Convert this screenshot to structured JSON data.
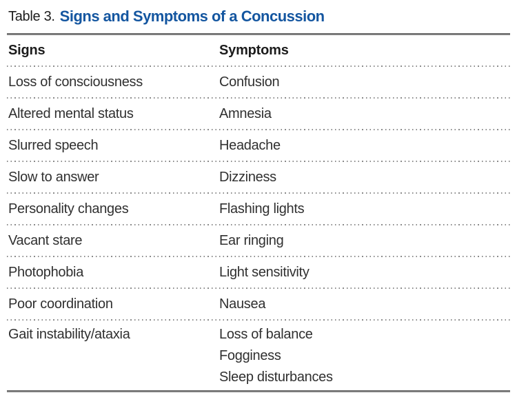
{
  "colors": {
    "accent-blue": "#1456A0",
    "rule-gray": "#7e7e7e",
    "dot-gray": "#8a8a8a"
  },
  "table": {
    "title_prefix": "Table 3.",
    "title": "Signs and Symptoms of a Concussion",
    "columns": [
      "Signs",
      "Symptoms"
    ],
    "rows": [
      {
        "sign": "Loss of consciousness",
        "symptom": "Confusion"
      },
      {
        "sign": "Altered mental status",
        "symptom": "Amnesia"
      },
      {
        "sign": "Slurred speech",
        "symptom": "Headache"
      },
      {
        "sign": "Slow to answer",
        "symptom": "Dizziness"
      },
      {
        "sign": "Personality changes",
        "symptom": "Flashing lights"
      },
      {
        "sign": "Vacant stare",
        "symptom": "Ear ringing"
      },
      {
        "sign": "Photophobia",
        "symptom": "Light sensitivity"
      },
      {
        "sign": "Poor coordination",
        "symptom": "Nausea"
      },
      {
        "sign": "Gait instability/ataxia",
        "symptom": [
          "Loss of balance",
          "Fogginess",
          "Sleep disturbances"
        ]
      }
    ]
  }
}
